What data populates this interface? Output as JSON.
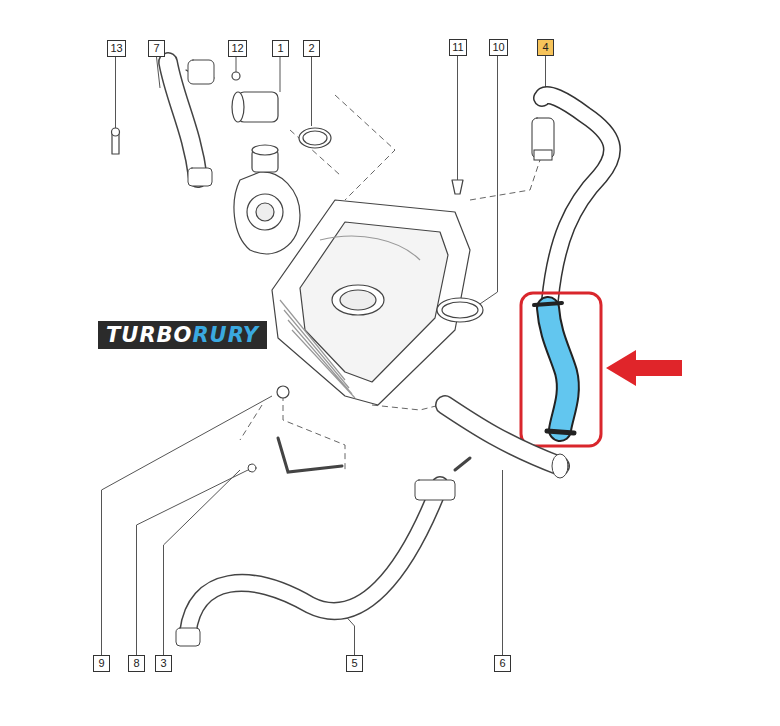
{
  "diagram": {
    "nodes": [
      {
        "text": [
          "13"
        ]
      },
      {
        "text": [
          "7"
        ]
      },
      {
        "text": [
          "12"
        ]
      },
      {
        "text": [
          "1"
        ]
      },
      {
        "text": [
          "2"
        ]
      },
      {
        "text": [
          "11"
        ]
      },
      {
        "text": [
          "10"
        ]
      },
      {
        "text": [
          "4"
        ]
      },
      {
        "text": [
          "9"
        ]
      },
      {
        "text": [
          "8"
        ]
      },
      {
        "text": [
          "3"
        ]
      },
      {
        "text": [
          "5"
        ]
      },
      {
        "text": [
          "6"
        ]
      }
    ],
    "labels": [
      "TURBO",
      "RURY"
    ]
  }
}
